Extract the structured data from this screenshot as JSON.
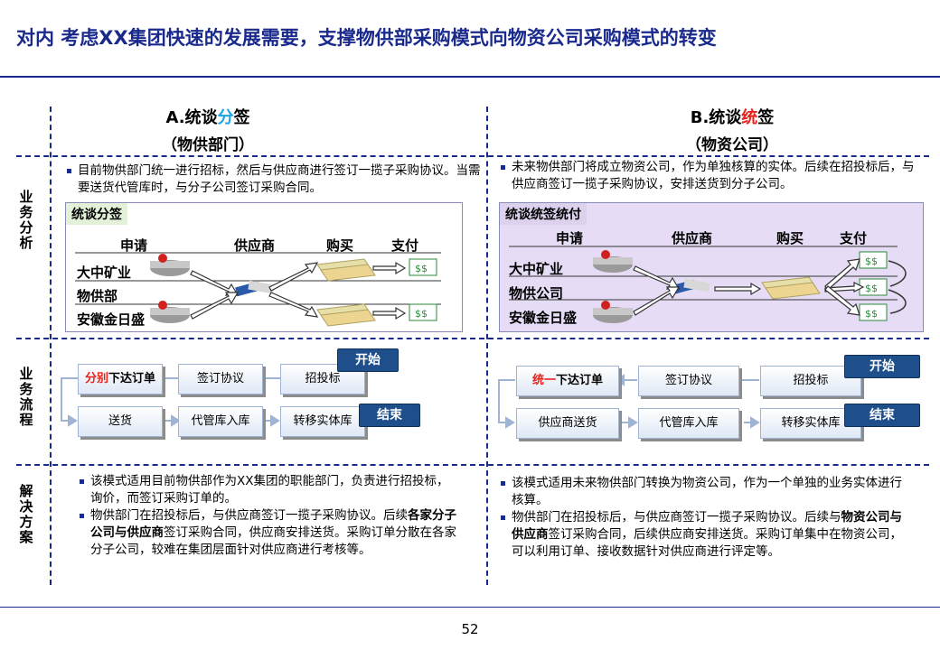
{
  "title": "对内 考虑XX集团快速的发展需要，支撑物供部采购模式向物资公司采购模式的转变",
  "columns": {
    "a": {
      "title_prefix": "A.统谈",
      "title_highlight": "分",
      "title_suffix": "签",
      "subtitle": "（物供部门）"
    },
    "b": {
      "title_prefix": "B.统谈",
      "title_highlight": "统",
      "title_suffix": "签",
      "subtitle": "（物资公司）"
    }
  },
  "rows": {
    "analysis": "业务分析",
    "process": "业务流程",
    "solution": "解决方案"
  },
  "analysis": {
    "a_text": "目前物供部门统一进行招标，然后与供应商进行签订一揽子采购协议。当需要送货代管库时，与分子公司签订采购合同。",
    "b_text": "未来物供部门将成立物资公司，作为单独核算的实体。后续在招投标后，与供应商签订一揽子采购协议，安排送货到分子公司。"
  },
  "diagram_a": {
    "tag": "统谈分签",
    "headers": [
      "申请",
      "供应商",
      "购买",
      "支付"
    ],
    "rows": [
      "大中矿业",
      "物供部",
      "安徽金日盛"
    ]
  },
  "diagram_b": {
    "tag": "统谈统签统付",
    "headers": [
      "申请",
      "供应商",
      "购买",
      "支付"
    ],
    "rows": [
      "大中矿业",
      "物供公司",
      "安徽金日盛"
    ]
  },
  "process_a": {
    "order_highlight": "分别",
    "order_rest": "下达订单",
    "sign": "签订协议",
    "bid": "招投标",
    "deliver": "送货",
    "storage": "代管库入库",
    "transfer": "转移实体库",
    "start": "开始",
    "end": "结束"
  },
  "process_b": {
    "order_highlight": "统一",
    "order_rest": "下达订单",
    "sign": "签订协议",
    "bid": "招投标",
    "deliver": "供应商送货",
    "storage": "代管库入库",
    "transfer": "转移实体库",
    "start": "开始",
    "end": "结束"
  },
  "solution_a": {
    "item1": "该模式适用目前物供部作为XX集团的职能部门，负责进行招投标，询价，而签订采购订单的。",
    "item2_pre": "物供部门在招投标后，与供应商签订一揽子采购协议。后续",
    "item2_bold": "各家分子公司与供应商",
    "item2_post": "签订采购合同，供应商安排送货。采购订单分散在各家分子公司，较难在集团层面针对供应商进行考核等。"
  },
  "solution_b": {
    "item1": "该模式适用未来物供部门转换为物资公司，作为一个单独的业务实体进行核算。",
    "item2_pre": "物供部门在招投标后，与供应商签订一揽子采购协议。后续与",
    "item2_bold": "物资公司与供应商",
    "item2_post": "签订采购合同，后续供应商安排送货。采购订单集中在物资公司，可以利用订单、接收数据针对供应商进行评定等。"
  },
  "page_number": "52",
  "colors": {
    "navy": "#1a2a8c",
    "red": "#e8231c",
    "cyan": "#1aa3e8",
    "badge": "#1f4f8b",
    "panel_a": "#eaf5e4",
    "panel_b": "#e6dcf5"
  }
}
